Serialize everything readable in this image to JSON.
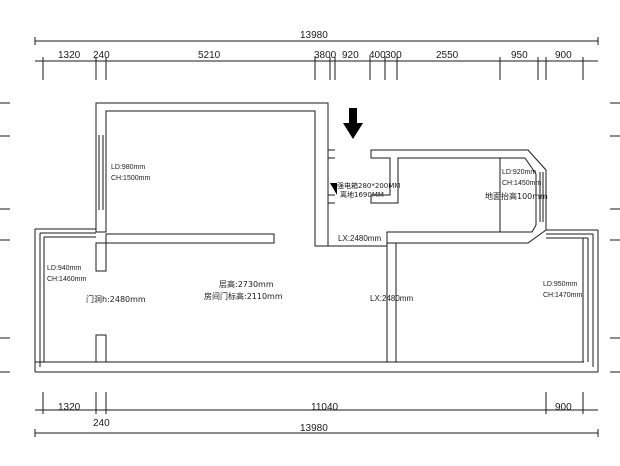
{
  "dims": {
    "top_total": "13980",
    "top_segments": [
      "1320",
      "240",
      "5210",
      "3800",
      "920",
      "400",
      "300",
      "2550",
      "950",
      "900"
    ],
    "bottom_segments": [
      "1320",
      "11040",
      "900"
    ],
    "bottom_mid": "240",
    "bottom_total": "13980"
  },
  "windows": {
    "w1_ld": "LD:980mm",
    "w1_ch": "CH:1500mm",
    "w2_ld": "LD:940mm",
    "w2_ch": "CH:1460mm",
    "w3_ld": "LD:920mm",
    "w3_ch": "CH:1450mm",
    "w4_ld": "LD:950mm",
    "w4_ch": "CH:1470mm"
  },
  "notes": {
    "electric_box": "强电箱280*200MM",
    "electric_height": "离地1690MM",
    "floor_raise": "地面抬高100mm",
    "lx_upper": "LX:2480mm",
    "lx_lower": "LX:2480mm",
    "door_opening": "门洞h:2480mm",
    "storey_height": "层高:2730mm",
    "door_head": "房间门标高:2110mm"
  },
  "colors": {
    "line": "#1a1a1a",
    "wall_fill": "#ffffff"
  }
}
